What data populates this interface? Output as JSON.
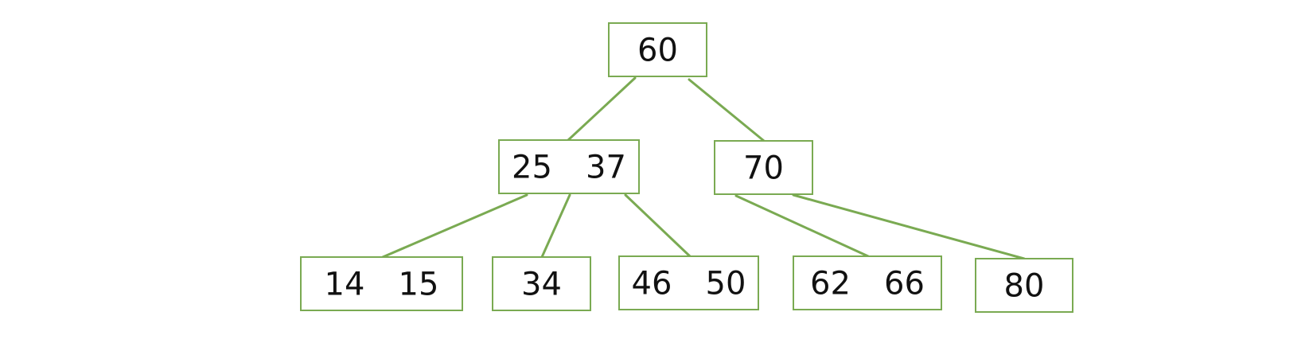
{
  "tree": {
    "nodes": [
      {
        "id": "root",
        "keys": [
          "60"
        ]
      },
      {
        "id": "n-25-37",
        "keys": [
          "25",
          "37"
        ]
      },
      {
        "id": "n-70",
        "keys": [
          "70"
        ]
      },
      {
        "id": "n-14-15",
        "keys": [
          "14",
          "15"
        ]
      },
      {
        "id": "n-34",
        "keys": [
          "34"
        ]
      },
      {
        "id": "n-46-50",
        "keys": [
          "46",
          "50"
        ]
      },
      {
        "id": "n-62-66",
        "keys": [
          "62",
          "66"
        ]
      },
      {
        "id": "n-80",
        "keys": [
          "80"
        ]
      }
    ],
    "edges": [
      {
        "from": "root",
        "to": "n-25-37"
      },
      {
        "from": "root",
        "to": "n-70"
      },
      {
        "from": "n-25-37",
        "to": "n-14-15"
      },
      {
        "from": "n-25-37",
        "to": "n-34"
      },
      {
        "from": "n-25-37",
        "to": "n-46-50"
      },
      {
        "from": "n-70",
        "to": "n-62-66"
      },
      {
        "from": "n-70",
        "to": "n-80"
      }
    ],
    "colors": {
      "stroke": "#7aaa52",
      "text": "#111111"
    }
  }
}
